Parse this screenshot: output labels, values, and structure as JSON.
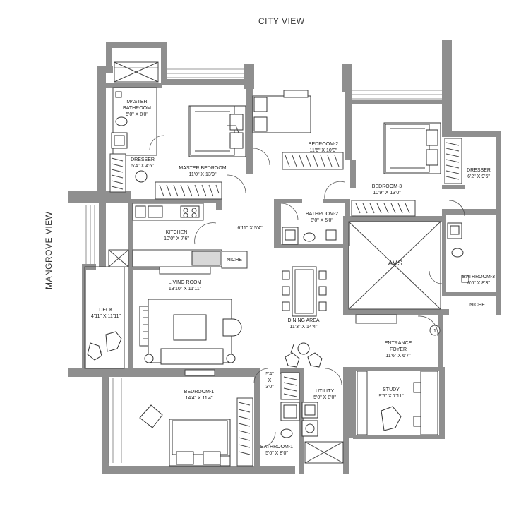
{
  "compass_labels": {
    "top": "CITY VIEW",
    "left": "MANGROVE VIEW"
  },
  "rooms": {
    "master_bathroom": {
      "name_line1": "MASTER",
      "name_line2": "BATHROOM",
      "dims": "5'0\" X 8'0\""
    },
    "dresser_left": {
      "name": "DRESSER",
      "dims": "5'4\" X 4'6\""
    },
    "master_bedroom": {
      "name": "MASTER BEDROOM",
      "dims": "11'0\" X 13'9\""
    },
    "bedroom_2": {
      "name": "BEDROOM-2",
      "dims": "11'6\" X 10'0\""
    },
    "bedroom_3": {
      "name": "BEDROOM-3",
      "dims": "10'9\" X 13'0\""
    },
    "dresser_right": {
      "name": "DRESSER",
      "dims": "6'2\" X 9'6\""
    },
    "kitchen": {
      "name": "KITCHEN",
      "dims": "10'0\" X 7'6\""
    },
    "passage": {
      "dims": "6'11\" X 5'4\""
    },
    "bathroom_2": {
      "name": "BATHROOM-2",
      "dims": "8'0\" X 5'0\""
    },
    "avs": {
      "name": "AVS"
    },
    "niche_kitchen": {
      "name": "NICHE"
    },
    "bathroom_3": {
      "name": "BATHROOM-3",
      "dims": "6'0\" X 8'3\""
    },
    "niche_right": {
      "name": "NICHE"
    },
    "living_room": {
      "name": "LIVING ROOM",
      "dims": "13'10\" X 11'11\""
    },
    "deck": {
      "name": "DECK",
      "dims": "4'11\" X 11'11\""
    },
    "dining_area": {
      "name": "DINING AREA",
      "dims": "11'3\" X 14'4\""
    },
    "entrance_foyer": {
      "name_line1": "ENTRANCE",
      "name_line2": "FOYER",
      "dims": "11'6\" X 6'7\""
    },
    "small_passage": {
      "line1": "5'4\"",
      "line2": "X",
      "line3": "3'0\""
    },
    "utility": {
      "name": "UTILITY",
      "dims": "5'0\" X 8'0\""
    },
    "study": {
      "name": "STUDY",
      "dims": "9'6\" X 7'11\""
    },
    "bedroom_1": {
      "name": "BEDROOM-1",
      "dims": "14'4\" X 11'4\""
    },
    "bathroom_1": {
      "name": "BATHROOM-1",
      "dims": "5'0\" X 8'0\""
    }
  },
  "entrance_marker": "1"
}
